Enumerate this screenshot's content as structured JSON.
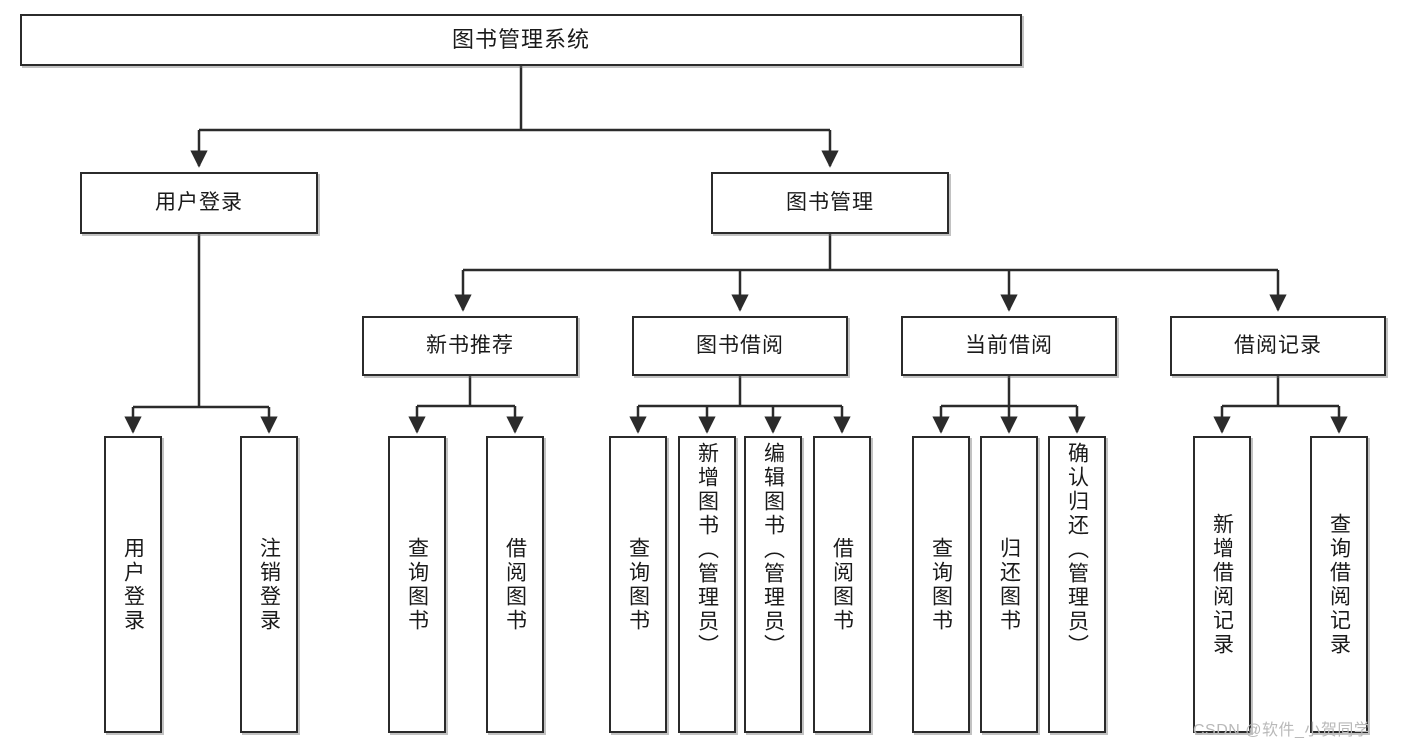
{
  "diagram": {
    "title": "图书管理系统",
    "type": "tree-hierarchy-chart",
    "watermark": "CSDN @软件_小贺同学",
    "colors": {
      "box_border": "#2b2b2b",
      "box_fill": "#ffffff",
      "connector": "#2b2b2b",
      "text": "#1a1a1a",
      "watermark": "#b9b9b9"
    },
    "nodes": {
      "root": {
        "label": "图书管理系统"
      },
      "level2": [
        {
          "label": "用户登录"
        },
        {
          "label": "图书管理"
        }
      ],
      "level3": [
        {
          "label": "新书推荐"
        },
        {
          "label": "图书借阅"
        },
        {
          "label": "当前借阅"
        },
        {
          "label": "借阅记录"
        }
      ],
      "leaves": {
        "user_login": [
          {
            "label": "用户登录"
          },
          {
            "label": "注销登录"
          }
        ],
        "new_book_recommend": [
          {
            "label": "查询图书"
          },
          {
            "label": "借阅图书"
          }
        ],
        "book_borrow": [
          {
            "label": "查询图书"
          },
          {
            "label": "新增图书（管理员）"
          },
          {
            "label": "编辑图书（管理员）"
          },
          {
            "label": "借阅图书"
          }
        ],
        "current_borrow": [
          {
            "label": "查询图书"
          },
          {
            "label": "归还图书"
          },
          {
            "label": "确认归还（管理员）"
          }
        ],
        "borrow_record": [
          {
            "label": "新增借阅记录"
          },
          {
            "label": "查询借阅记录"
          }
        ]
      }
    }
  }
}
